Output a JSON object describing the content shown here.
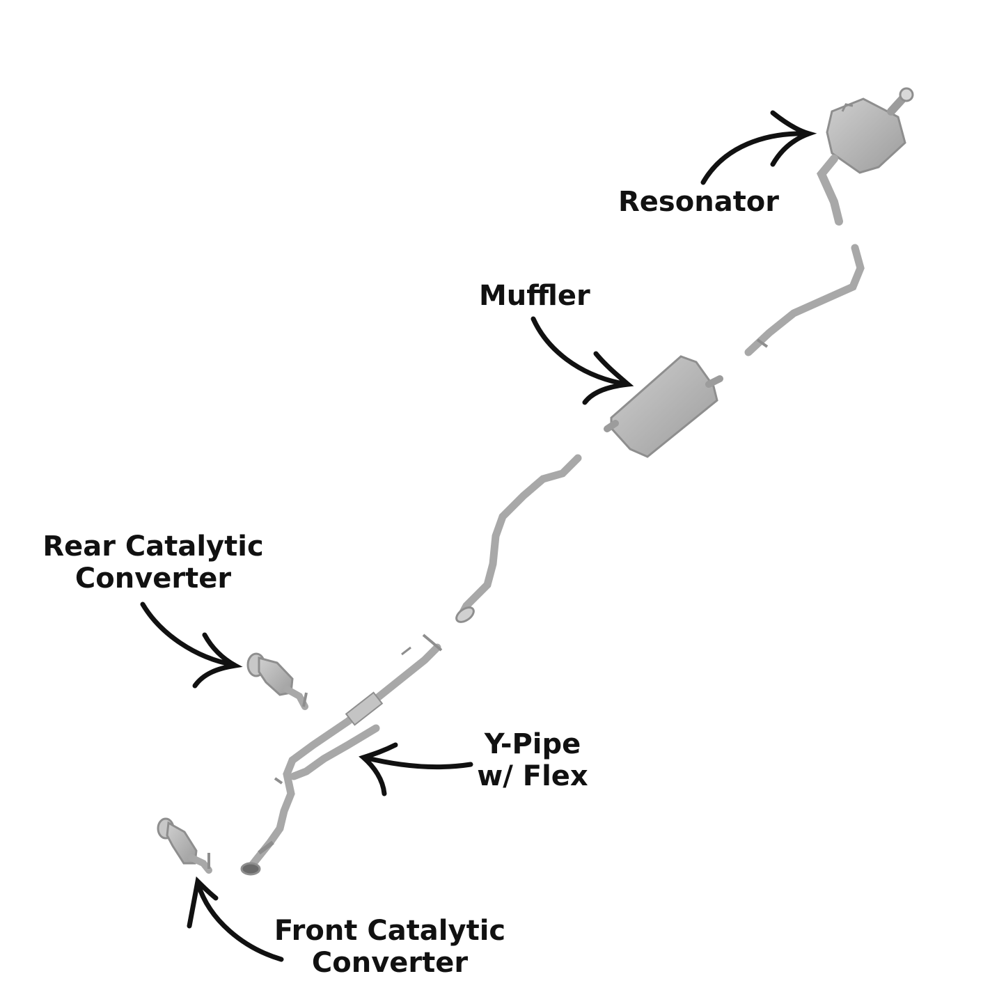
{
  "labels": {
    "resonator": "Resonator",
    "muffler": "Muffler",
    "rear_cat": {
      "line1": "Rear Catalytic",
      "line2": "Converter"
    },
    "y_pipe": {
      "line1": "Y-Pipe",
      "line2": "w/ Flex"
    },
    "front_cat": {
      "line1": "Front Catalytic",
      "line2": "Converter"
    }
  },
  "colors": {
    "part_fill": "#b8b8b8",
    "part_stroke": "#8e8e8e",
    "arrow": "#111111",
    "background": "#ffffff"
  }
}
